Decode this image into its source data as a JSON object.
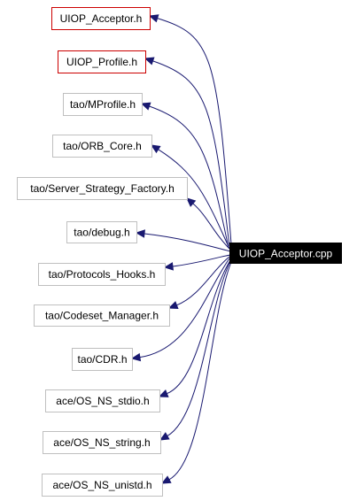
{
  "colors": {
    "edge": "#191970",
    "border_link": "#bfbfbf",
    "border_highlight": "#cc0000",
    "source_fill": "#000000",
    "source_text": "#ffffff",
    "text": "#000000"
  },
  "source": {
    "label": "UIOP_Acceptor.cpp"
  },
  "includes": [
    {
      "label": "UIOP_Acceptor.h",
      "style": "highlight"
    },
    {
      "label": "UIOP_Profile.h",
      "style": "highlight"
    },
    {
      "label": "tao/MProfile.h",
      "style": "link"
    },
    {
      "label": "tao/ORB_Core.h",
      "style": "link"
    },
    {
      "label": "tao/Server_Strategy_Factory.h",
      "style": "link"
    },
    {
      "label": "tao/debug.h",
      "style": "link"
    },
    {
      "label": "tao/Protocols_Hooks.h",
      "style": "link"
    },
    {
      "label": "tao/Codeset_Manager.h",
      "style": "link"
    },
    {
      "label": "tao/CDR.h",
      "style": "link"
    },
    {
      "label": "ace/OS_NS_stdio.h",
      "style": "link"
    },
    {
      "label": "ace/OS_NS_string.h",
      "style": "link"
    },
    {
      "label": "ace/OS_NS_unistd.h",
      "style": "link"
    }
  ]
}
